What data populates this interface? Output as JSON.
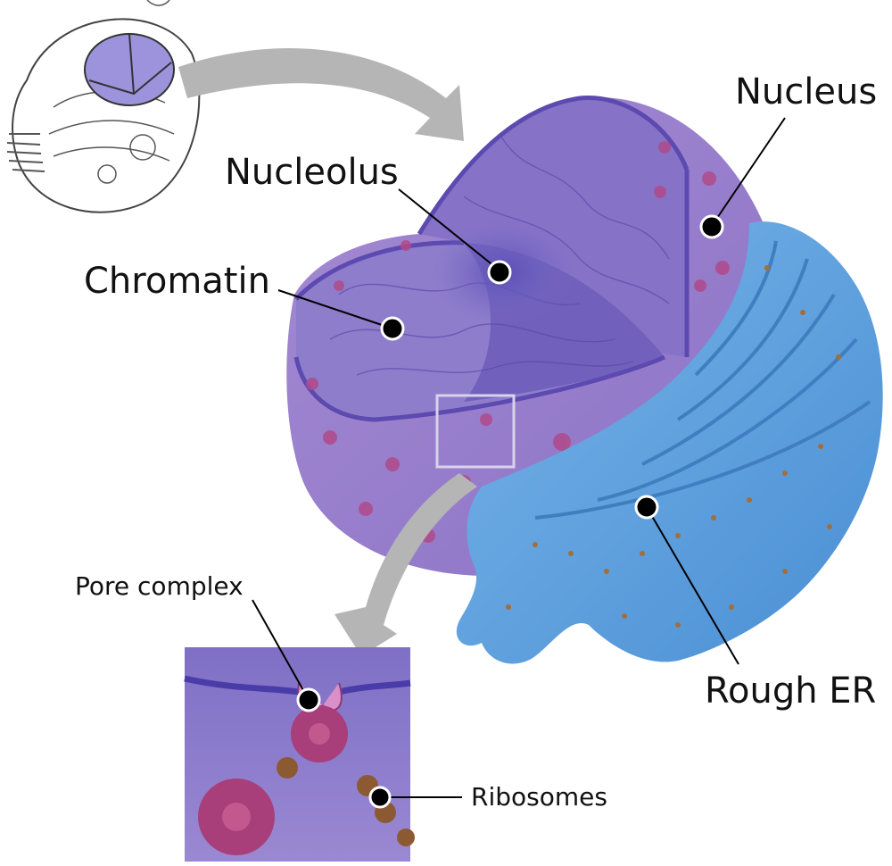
{
  "labels": {
    "nucleus": "Nucleus",
    "nucleolus": "Nucleolus",
    "chromatin": "Chromatin",
    "rough_er": "Rough ER",
    "pore_complex": "Pore complex",
    "ribosomes": "Ribosomes"
  },
  "colors": {
    "nucleus_purple": "#8f7fd0",
    "nucleus_shell": "#a98cd0",
    "inner_purple": "#7868c4",
    "er_blue": "#5fa0dc",
    "pore_magenta": "#b8407f",
    "ribosome_brown": "#9a6a3c",
    "arrow_gray": "#b0b0b0",
    "leader_black": "#000000"
  }
}
